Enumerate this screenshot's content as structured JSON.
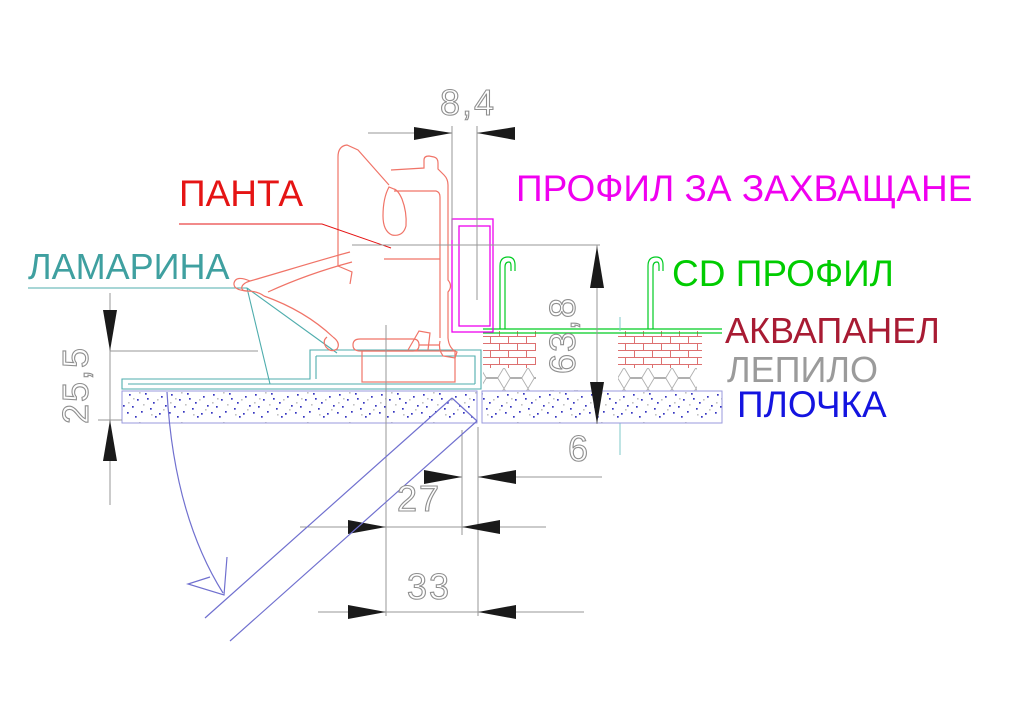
{
  "drawing_type": "construction-detail",
  "labels": {
    "panta": {
      "text": "ПАНТА",
      "color": "#e51414"
    },
    "profil": {
      "text": "ПРОФИЛ ЗА ЗАХВАЩАНЕ",
      "color": "#f000f0"
    },
    "lamarina": {
      "text": "ЛАМАРИНА",
      "color": "#3fa0a0"
    },
    "cd_profil": {
      "text": "CD ПРОФИЛ",
      "color": "#00cc00"
    },
    "akvapanel": {
      "text": "АКВАПАНЕЛ",
      "color": "#a81b33"
    },
    "lepilo": {
      "text": "ЛЕПИЛО",
      "color": "#9b9b9b"
    },
    "plochka": {
      "text": "ПЛОЧКА",
      "color": "#1414e0"
    }
  },
  "dimensions": {
    "top_width": "8,4",
    "right_height": "63,8",
    "left_height": "25,5",
    "offset_27": "27",
    "offset_33": "33",
    "gap_6": "6"
  },
  "colors": {
    "hinge_outline": "#f07468",
    "dimension_lines": "#979797",
    "arrow_fill": "#1a1a1a",
    "grip_profile": "#ee00ee",
    "cd_profile": "#00cc22",
    "sheet_metal": "#4fadad",
    "tile_edge": "#9a9ade",
    "door_swing": "#7070cf",
    "aquapanel_hatch": "#dd7070",
    "glue_hatch": "#b0b0b0"
  }
}
